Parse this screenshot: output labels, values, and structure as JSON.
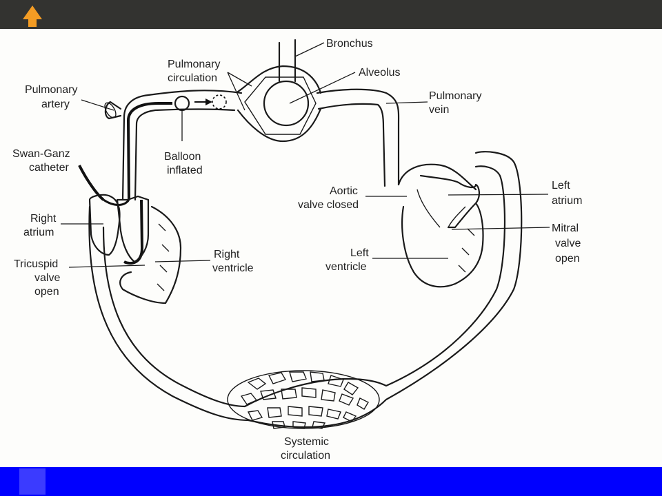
{
  "nav": {
    "up_icon": "up-arrow-icon",
    "accent": "#f39c24"
  },
  "colors": {
    "top_bar": "#333330",
    "bottom_bar": "#0000ff"
  },
  "labels": {
    "bronchus": "Bronchus",
    "pulmonary_circulation": [
      "Pulmonary",
      "circulation"
    ],
    "alveolus": "Alveolus",
    "pulmonary_artery": [
      "Pulmonary",
      "artery"
    ],
    "pulmonary_vein": [
      "Pulmonary",
      "vein"
    ],
    "balloon_inflated": [
      "Balloon",
      "inflated"
    ],
    "swan_ganz": [
      "Swan-Ganz",
      "catheter"
    ],
    "right_atrium": [
      "Right",
      "atrium"
    ],
    "tricuspid": [
      "Tricuspid",
      "valve",
      "open"
    ],
    "right_ventricle": [
      "Right",
      "ventricle"
    ],
    "aortic_valve": [
      "Aortic",
      "valve closed"
    ],
    "left_atrium": [
      "Left",
      "atrium"
    ],
    "mitral_valve": [
      "Mitral",
      "valve",
      "open"
    ],
    "left_ventricle": [
      "Left",
      "ventricle"
    ],
    "systemic_circulation": [
      "Systemic",
      "circulation"
    ]
  }
}
